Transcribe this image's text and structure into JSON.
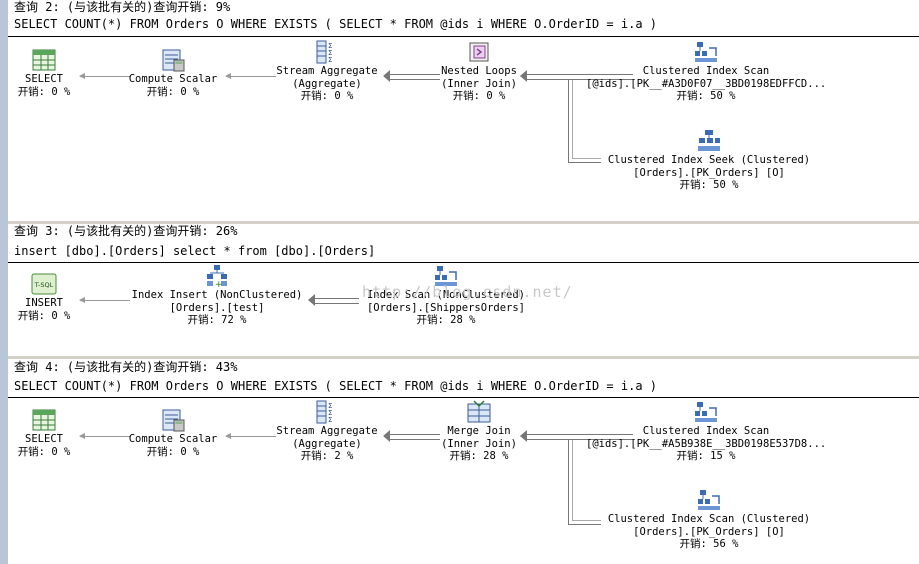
{
  "plans": [
    {
      "title": "查询 2: (与该批有关的)查询开销: 9%",
      "sql": "SELECT COUNT(*) FROM Orders O WHERE EXISTS ( SELECT * FROM @ids i WHERE O.OrderID = i.a )",
      "nodes": {
        "select": {
          "l1": "SELECT",
          "l2": "开销: 0 %"
        },
        "compute": {
          "l1": "Compute Scalar",
          "l2": "开销: 0 %"
        },
        "agg": {
          "l1": "Stream Aggregate",
          "l2": "(Aggregate)",
          "l3": "开销: 0 %"
        },
        "join": {
          "l1": "Nested Loops",
          "l2": "(Inner Join)",
          "l3": "开销: 0 %"
        },
        "scan": {
          "l1": "Clustered Index Scan",
          "l2": "[@ids].[PK__#A3D0F07__3BD0198EDFFCD...",
          "l3": "开销: 50 %"
        },
        "seek": {
          "l1": "Clustered Index Seek (Clustered)",
          "l2": "[Orders].[PK_Orders] [O]",
          "l3": "开销: 50 %"
        }
      }
    },
    {
      "title": "查询 3: (与该批有关的)查询开销: 26%",
      "sql": "insert [dbo].[Orders] select * from [dbo].[Orders]",
      "nodes": {
        "insert": {
          "l1": "INSERT",
          "l2": "开销: 0 %",
          "icon_text": "T-SQL"
        },
        "idxins": {
          "l1": "Index Insert (NonClustered)",
          "l2": "[Orders].[test]",
          "l3": "开销: 72 %"
        },
        "idxscan": {
          "l1": "Index Scan (NonClustered)",
          "l2": "[Orders].[ShippersOrders]",
          "l3": "开销: 28 %"
        }
      }
    },
    {
      "title": "查询 4: (与该批有关的)查询开销: 43%",
      "sql": "SELECT COUNT(*) FROM Orders O WHERE EXISTS ( SELECT * FROM @ids i WHERE O.OrderID = i.a )",
      "nodes": {
        "select": {
          "l1": "SELECT",
          "l2": "开销: 0 %"
        },
        "compute": {
          "l1": "Compute Scalar",
          "l2": "开销: 0 %"
        },
        "agg": {
          "l1": "Stream Aggregate",
          "l2": "(Aggregate)",
          "l3": "开销: 2 %"
        },
        "join": {
          "l1": "Merge Join",
          "l2": "(Inner Join)",
          "l3": "开销: 28 %"
        },
        "scan": {
          "l1": "Clustered Index Scan",
          "l2": "[@ids].[PK__#A5B938E__3BD0198E537D8...",
          "l3": "开销: 15 %"
        },
        "scan2": {
          "l1": "Clustered Index Scan (Clustered)",
          "l2": "[Orders].[PK_Orders] [O]",
          "l3": "开销: 56 %"
        }
      }
    }
  ],
  "watermark": "http://blog.csdn.net/"
}
